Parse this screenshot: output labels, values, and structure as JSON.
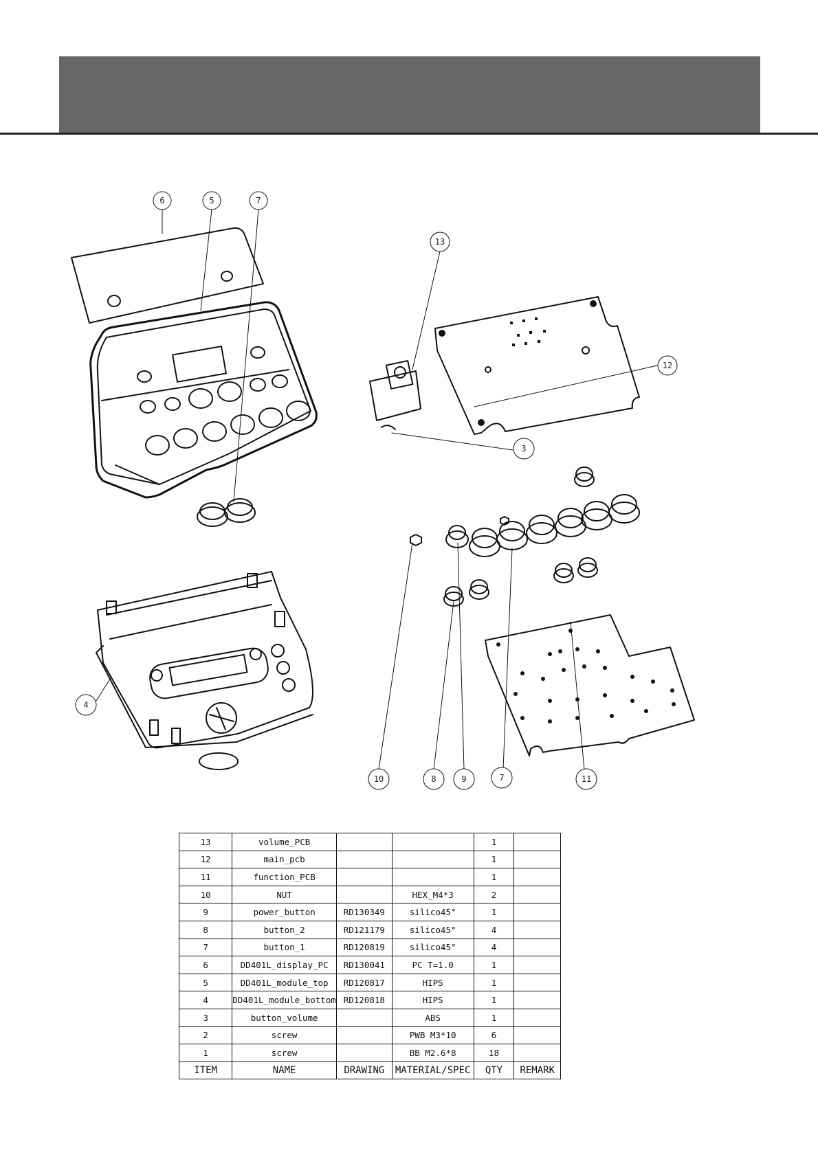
{
  "callouts": [
    {
      "id": "callout-6-top",
      "label": "6"
    },
    {
      "id": "callout-5",
      "label": "5"
    },
    {
      "id": "callout-7-top",
      "label": "7"
    },
    {
      "id": "callout-13",
      "label": "13"
    },
    {
      "id": "callout-12",
      "label": "12"
    },
    {
      "id": "callout-3",
      "label": "3"
    },
    {
      "id": "callout-4",
      "label": "4"
    },
    {
      "id": "callout-10",
      "label": "10"
    },
    {
      "id": "callout-8",
      "label": "8"
    },
    {
      "id": "callout-9",
      "label": "9"
    },
    {
      "id": "callout-7-bottom",
      "label": "7"
    },
    {
      "id": "callout-11",
      "label": "11"
    }
  ],
  "bom": {
    "header": {
      "item": "ITEM",
      "name": "NAME",
      "drawing": "DRAWING",
      "material": "MATERIAL/SPEC",
      "qty": "QTY",
      "remark": "REMARK"
    },
    "rows": [
      {
        "item": "13",
        "name": "volume_PCB",
        "drawing": "",
        "material": "",
        "qty": "1",
        "remark": ""
      },
      {
        "item": "12",
        "name": "main_pcb",
        "drawing": "",
        "material": "",
        "qty": "1",
        "remark": ""
      },
      {
        "item": "11",
        "name": "function_PCB",
        "drawing": "",
        "material": "",
        "qty": "1",
        "remark": ""
      },
      {
        "item": "10",
        "name": "NUT",
        "drawing": "",
        "material": "HEX_M4*3",
        "qty": "2",
        "remark": ""
      },
      {
        "item": "9",
        "name": "power_button",
        "drawing": "RD130349",
        "material": "silico45°",
        "qty": "1",
        "remark": ""
      },
      {
        "item": "8",
        "name": "button_2",
        "drawing": "RD121179",
        "material": "silico45°",
        "qty": "4",
        "remark": ""
      },
      {
        "item": "7",
        "name": "button_1",
        "drawing": "RD120819",
        "material": "silico45°",
        "qty": "4",
        "remark": ""
      },
      {
        "item": "6",
        "name": "DD401L_display_PC",
        "drawing": "RD130041",
        "material": "PC  T=1.0",
        "qty": "1",
        "remark": ""
      },
      {
        "item": "5",
        "name": "DD401L_module_top",
        "drawing": "RD120817",
        "material": "HIPS",
        "qty": "1",
        "remark": ""
      },
      {
        "item": "4",
        "name": "DD401L_module_bottom",
        "drawing": "RD120818",
        "material": "HIPS",
        "qty": "1",
        "remark": ""
      },
      {
        "item": "3",
        "name": "button_volume",
        "drawing": "",
        "material": "ABS",
        "qty": "1",
        "remark": ""
      },
      {
        "item": "2",
        "name": "screw",
        "drawing": "",
        "material": "PWB  M3*10",
        "qty": "6",
        "remark": ""
      },
      {
        "item": "1",
        "name": "screw",
        "drawing": "",
        "material": "BB M2.6*8",
        "qty": "18",
        "remark": ""
      }
    ]
  }
}
